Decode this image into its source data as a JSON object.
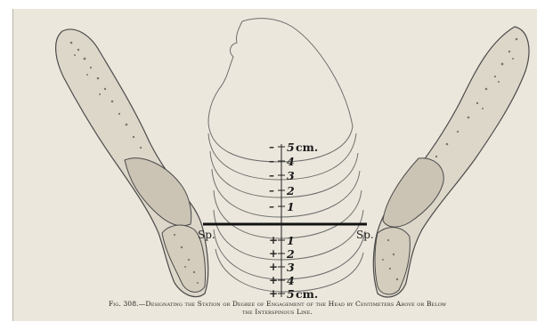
{
  "figure": {
    "caption_line1": "Fig. 308.—Designating the Station or Degree of Engagement of the Head by Centimeters Above or Below",
    "caption_line2": "the Interspinous Line."
  },
  "labels": {
    "spine_left": "Sp.",
    "spine_right": "Sp."
  },
  "scale": {
    "above": [
      {
        "sign": "–",
        "value": "5",
        "unit": "cm."
      },
      {
        "sign": "–",
        "value": "4",
        "unit": ""
      },
      {
        "sign": "–",
        "value": "3",
        "unit": ""
      },
      {
        "sign": "–",
        "value": "2",
        "unit": ""
      },
      {
        "sign": "–",
        "value": "1",
        "unit": ""
      }
    ],
    "below": [
      {
        "sign": "+",
        "value": "1",
        "unit": ""
      },
      {
        "sign": "+",
        "value": "2",
        "unit": ""
      },
      {
        "sign": "+",
        "value": "3",
        "unit": ""
      },
      {
        "sign": "+",
        "value": "4",
        "unit": ""
      },
      {
        "sign": "+",
        "value": "5",
        "unit": "cm."
      }
    ]
  }
}
